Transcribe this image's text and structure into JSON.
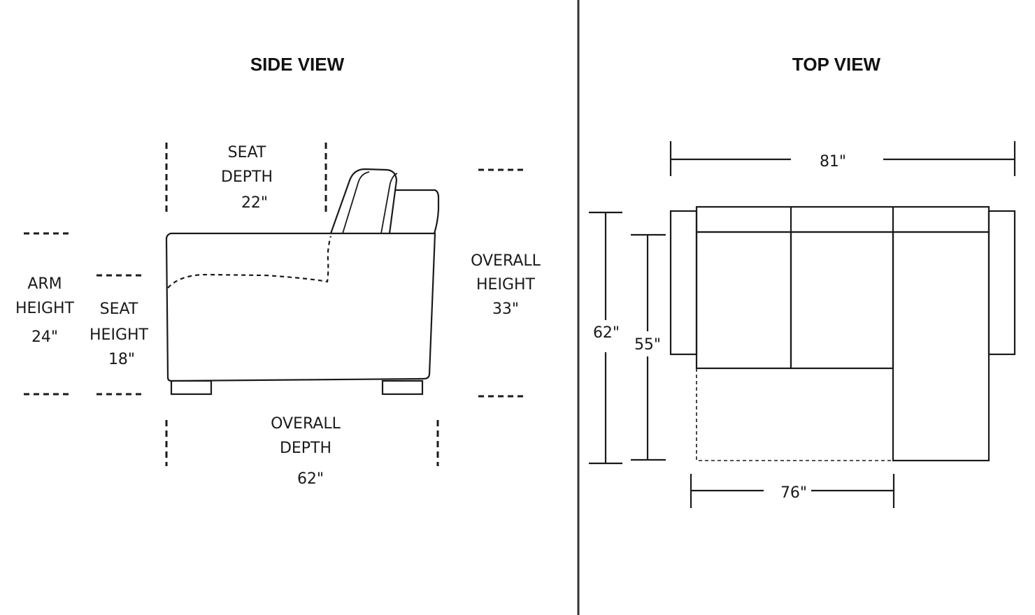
{
  "side_view": {
    "title": "SIDE VIEW",
    "seat_depth": {
      "line1": "SEAT",
      "line2": "DEPTH",
      "value": "22\""
    },
    "arm_height": {
      "line1": "ARM",
      "line2": "HEIGHT",
      "value": "24\""
    },
    "seat_height": {
      "line1": "SEAT",
      "line2": "HEIGHT",
      "value": "18\""
    },
    "overall_height": {
      "line1": "OVERALL",
      "line2": "HEIGHT",
      "value": "33\""
    },
    "overall_depth": {
      "line1": "OVERALL",
      "line2": "DEPTH",
      "value": "62\""
    }
  },
  "top_view": {
    "title": "TOP VIEW",
    "width": "81\"",
    "depth_outer": "62\"",
    "depth_inner": "55\"",
    "section_width": "76\""
  }
}
